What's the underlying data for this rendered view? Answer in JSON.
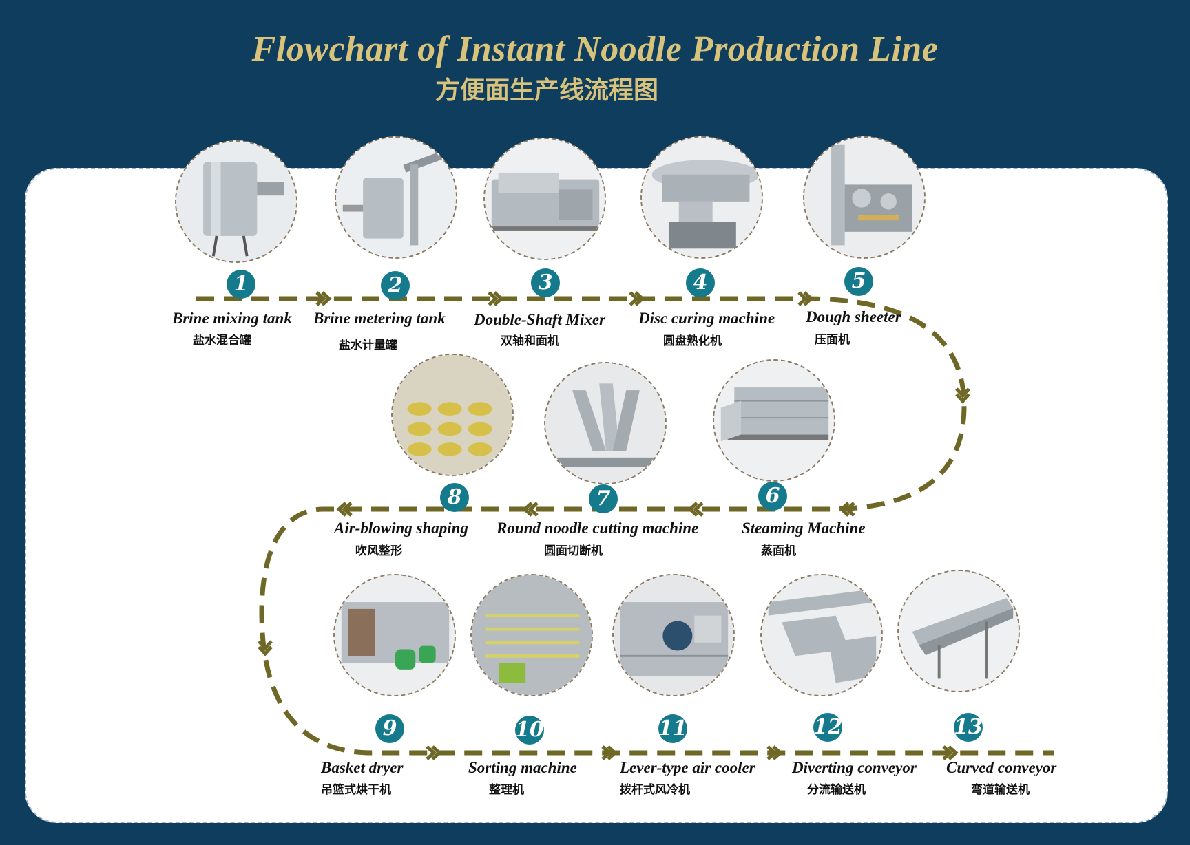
{
  "title_en": "Flowchart of Instant Noodle Production Line",
  "title_zh": "方便面生产线流程图",
  "colors": {
    "background": "#0f3d5e",
    "title": "#d9c27a",
    "path": "#6e6726",
    "badge": "#147a8c"
  },
  "steps": [
    {
      "num": "1",
      "name": "Brine mixing tank",
      "zh": "盐水混合罐",
      "icon": "tank-icon"
    },
    {
      "num": "2",
      "name": "Brine metering tank",
      "zh": "盐水计量罐",
      "icon": "metering-tank-icon"
    },
    {
      "num": "3",
      "name": "Double-Shaft Mixer",
      "zh": "双轴和面机",
      "icon": "mixer-icon"
    },
    {
      "num": "4",
      "name": "Disc curing machine",
      "zh": "圆盘熟化机",
      "icon": "disc-icon"
    },
    {
      "num": "5",
      "name": "Dough sheeter",
      "zh": "压面机",
      "icon": "roller-icon"
    },
    {
      "num": "6",
      "name": "Steaming Machine",
      "zh": "蒸面机",
      "icon": "steamer-icon"
    },
    {
      "num": "7",
      "name": "Round noodle cutting machine",
      "zh": "圆面切断机",
      "icon": "cutter-icon"
    },
    {
      "num": "8",
      "name": "Air-blowing shaping",
      "zh": "吹风整形",
      "icon": "noodle-tray-icon"
    },
    {
      "num": "9",
      "name": "Basket dryer",
      "zh": "吊篮式烘干机",
      "icon": "dryer-icon"
    },
    {
      "num": "10",
      "name": "Sorting machine",
      "zh": "整理机",
      "icon": "sorter-icon"
    },
    {
      "num": "11",
      "name": "Lever-type air cooler",
      "zh": "拨杆式风冷机",
      "icon": "cooler-icon"
    },
    {
      "num": "12",
      "name": "Diverting conveyor",
      "zh": "分流输送机",
      "icon": "diverter-icon"
    },
    {
      "num": "13",
      "name": "Curved conveyor",
      "zh": "弯道输送机",
      "icon": "conveyor-icon"
    }
  ]
}
